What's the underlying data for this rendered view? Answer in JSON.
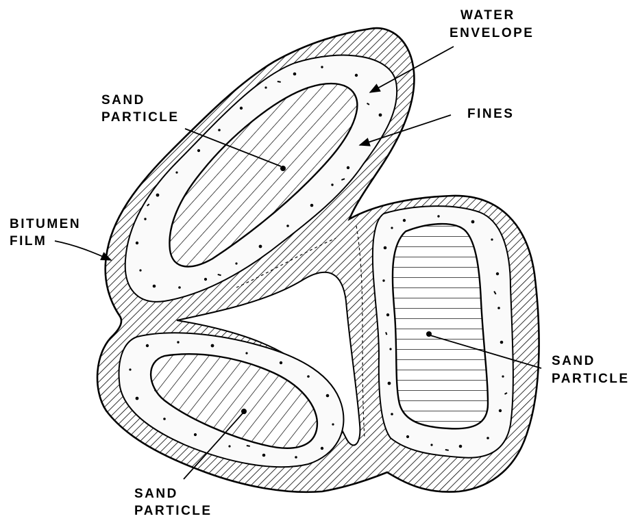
{
  "labels": {
    "water_envelope": [
      "WATER",
      "ENVELOPE"
    ],
    "fines": "FINES",
    "sand_particle_top": [
      "SAND",
      "PARTICLE"
    ],
    "bitumen_film": [
      "BITUMEN",
      "FILM"
    ],
    "sand_particle_right": [
      "SAND",
      "PARTICLE"
    ],
    "sand_particle_bottom": [
      "SAND",
      "PARTICLE"
    ]
  },
  "colors": {
    "ink": "#000000",
    "paper": "#ffffff"
  }
}
